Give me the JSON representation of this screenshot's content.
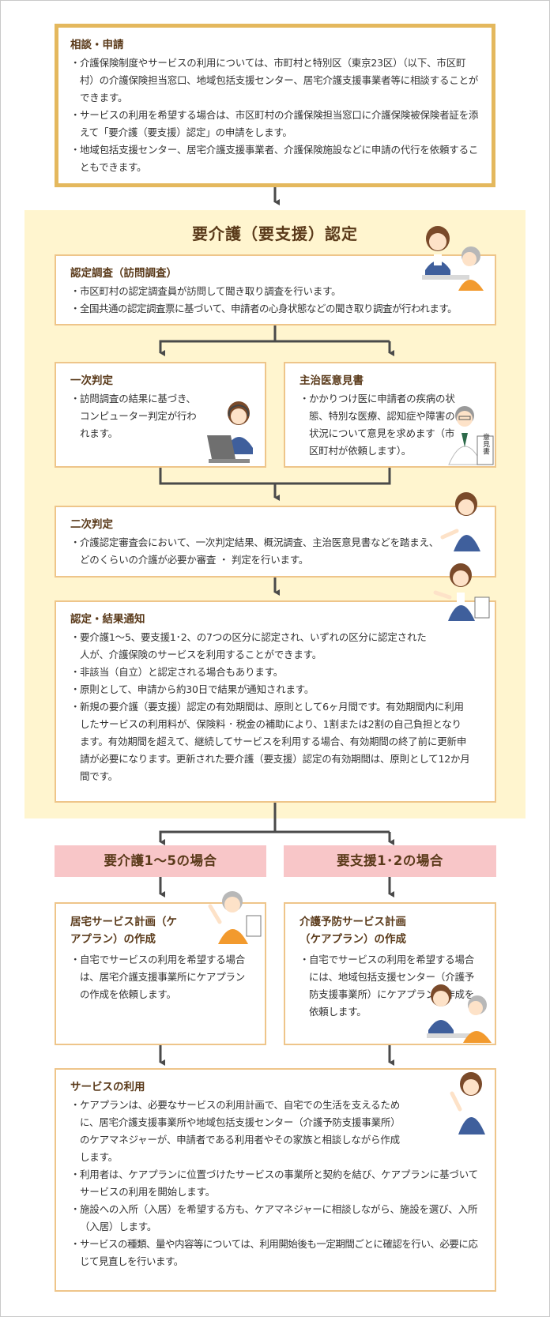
{
  "consult": {
    "title": "相談・申請",
    "items": [
      "介護保険制度やサービスの利用については、市町村と特別区（東京23区）（以下、市区町村）の介護保険担当窓口、地域包括支援センター、居宅介護支援事業者等に相談することができます。",
      "サービスの利用を希望する場合は、市区町村の介護保険担当窓口に介護保険被保険者証を添えて「要介護（要支援）認定」の申請をします。",
      "地域包括支援センター、居宅介護支援事業者、介護保険施設などに申請の代行を依頼することもできます。"
    ]
  },
  "certification_title": "要介護（要支援）認定",
  "survey": {
    "title": "認定調査（訪問調査）",
    "items": [
      "市区町村の認定調査員が訪問して聞き取り調査を行います。",
      "全国共通の認定調査票に基づいて、申請者の心身状態などの聞き取り調査が行われます。"
    ]
  },
  "primary": {
    "title": "一次判定",
    "items": [
      "訪問調査の結果に基づき、コンピューター判定が行われます。"
    ]
  },
  "doctor": {
    "title": "主治医意見書",
    "items": [
      "かかりつけ医に申請者の疾病の状態、特別な医療、認知症や障害の状況について意見を求めます（市区町村が依頼します）。"
    ],
    "doc_label": "意見書"
  },
  "secondary": {
    "title": "二次判定",
    "items": [
      "介護認定審査会において、一次判定結果、概況調査、主治医意見書などを踏まえ、どのくらいの介護が必要か審査 ・ 判定を行います。"
    ]
  },
  "result": {
    "title": "認定・結果通知",
    "items": [
      "要介護1～5、要支援1･2、の7つの区分に認定され、いずれの区分に認定された人が、介護保険のサービスを利用することができます。",
      "非該当（自立）と認定される場合もあります。",
      "原則として、申請から約30日で結果が通知されます。",
      "新規の要介護（要支援）認定の有効期間は、原則として6ヶ月間です。有効期間内に利用したサービスの利用料が、保険料 ･ 税金の補助により、1割または2割の自己負担となります。有効期間を超えて、継続してサービスを利用する場合、有効期間の終了前に更新申請が必要になります。更新された要介護（要支援）認定の有効期間は、原則として12か月間です。"
    ]
  },
  "case_care": "要介護1～5の場合",
  "case_support": "要支援1･2の場合",
  "home_plan": {
    "title": "居宅サービス計画（ケアプラン）の作成",
    "items": [
      "自宅でサービスの利用を希望する場合は、居宅介護支援事業所にケアプランの作成を依頼します。"
    ]
  },
  "prevention_plan": {
    "title": "介護予防サービス計画（ケアプラン）の作成",
    "items": [
      "自宅でサービスの利用を希望する場合には、地域包括支援センター（介護予防支援事業所）にケアプランの作成を依頼します。"
    ]
  },
  "service": {
    "title": "サービスの利用",
    "items": [
      "ケアプランは、必要なサービスの利用計画で、自宅での生活を支えるために、居宅介護支援事業所や地域包括支援センター（介護予防支援事業所）のケアマネジャーが、申請者である利用者やその家族と相談しながら作成します。",
      "利用者は、ケアプランに位置づけたサービスの事業所と契約を結び、ケアプランに基づいてサービスの利用を開始します。",
      "施設への入所（入居）を希望する方も、ケアマネジャーに相談しながら、施設を選び、入所（入居）します。",
      "サービスの種類、量や内容等については、利用開始後も一定期間ごとに確認を行い、必要に応じて見直しを行います。"
    ]
  },
  "colors": {
    "zone_background": "#fff5cf",
    "box_border": "#eec58a",
    "thick_border": "#e4b85d",
    "case_label_background": "#f8c6c8",
    "connector": "#4a4a4a",
    "heading_text": "#5a3a1a"
  },
  "icons": {
    "arrow": "arrow-down-icon",
    "survey": "home-visit-interview-illustration",
    "primary": "computer-operator-illustration",
    "doctor": "doctor-with-document-illustration",
    "secondary": "presenter-woman-illustration",
    "result": "woman-with-notice-illustration",
    "home_plan": "elderly-woman-with-paper-illustration",
    "prevention_plan": "consultation-illustration",
    "service": "pointing-woman-illustration"
  }
}
